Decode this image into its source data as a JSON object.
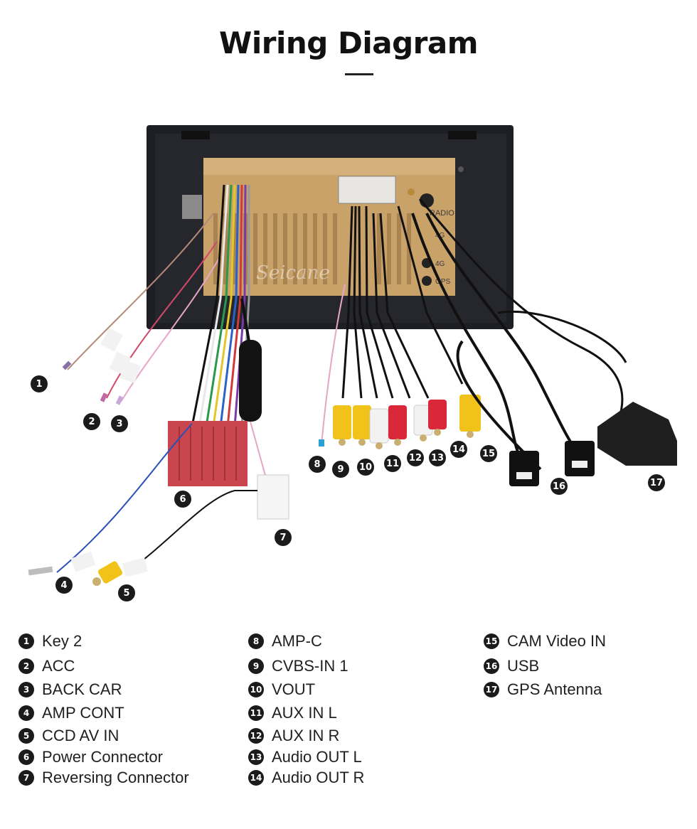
{
  "title": "Wiring Diagram",
  "watermark": "Seicane",
  "unit_labels": {
    "radio": "RADIO",
    "fourg_top": "4G",
    "fourg": "4G",
    "gps": "GPS"
  },
  "callouts": [
    "1",
    "2",
    "3",
    "4",
    "5",
    "6",
    "7",
    "8",
    "9",
    "10",
    "11",
    "12",
    "13",
    "14",
    "15",
    "16",
    "17"
  ],
  "legend": [
    {
      "num": "1",
      "label": "Key 2"
    },
    {
      "num": "2",
      "label": "ACC"
    },
    {
      "num": "3",
      "label": "BACK CAR"
    },
    {
      "num": "4",
      "label": "AMP CONT"
    },
    {
      "num": "5",
      "label": "CCD AV IN"
    },
    {
      "num": "6",
      "label": "Power Connector"
    },
    {
      "num": "7",
      "label": "Reversing Connector"
    },
    {
      "num": "8",
      "label": "AMP-C"
    },
    {
      "num": "9",
      "label": "CVBS-IN 1"
    },
    {
      "num": "10",
      "label": "VOUT"
    },
    {
      "num": "11",
      "label": "AUX IN L"
    },
    {
      "num": "12",
      "label": "AUX IN R"
    },
    {
      "num": "13",
      "label": "Audio OUT L"
    },
    {
      "num": "14",
      "label": "Audio OUT R"
    },
    {
      "num": "15",
      "label": "CAM Video IN"
    },
    {
      "num": "16",
      "label": "USB"
    },
    {
      "num": "17",
      "label": "GPS Antenna"
    }
  ],
  "colors": {
    "frame": "#1e1f24",
    "chassis": "#c9a26a",
    "rca_yellow": "#f0c21a",
    "rca_red": "#d8283a",
    "rca_white": "#f2f2f2",
    "power_plug": "#c9464e",
    "gps_box": "#1f1f1f"
  }
}
